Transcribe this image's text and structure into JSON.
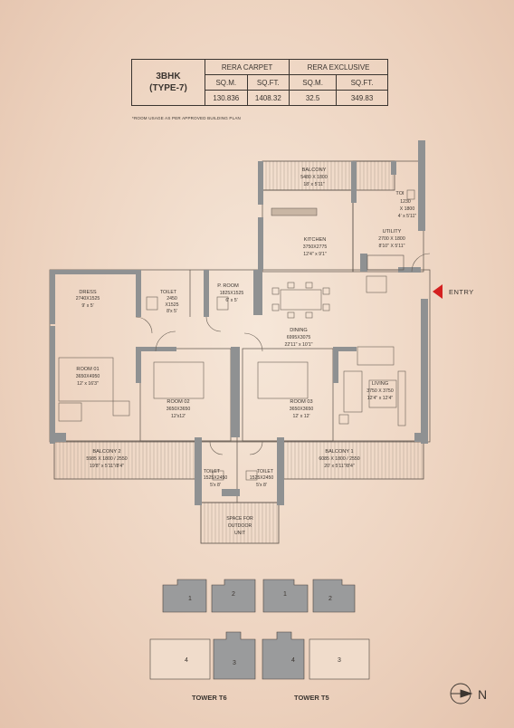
{
  "area_table": {
    "unit_type": "3BHK",
    "unit_subtype": "(TYPE-7)",
    "rera_carpet": "RERA CARPET",
    "rera_exclusive": "RERA EXCLUSIVE",
    "units": {
      "sqm": "SQ.M.",
      "sqft": "SQ.FT."
    },
    "carpet": {
      "sqm": "130.836",
      "sqft": "1408.32"
    },
    "exclusive": {
      "sqm": "32.5",
      "sqft": "349.83"
    }
  },
  "note": "*ROOM USAGE AS PER APPROVED BUILDING PLAN",
  "rooms": {
    "balcony_top": {
      "name": "BALCONY",
      "dims": "5480 X 1800",
      "imperial": "18' x 5'11\""
    },
    "toilet_top": {
      "name": "TOI",
      "dims1": "1230",
      "dims2": "X 1800",
      "imperial": "4' x 5'11\""
    },
    "kitchen": {
      "name": "KITCHEN",
      "dims": "3750X2775",
      "imperial": "12'4\" x 9'1\""
    },
    "utility": {
      "name": "UTILITY",
      "dims": "2700 X 1800",
      "imperial": "8'10\" X 5'11\""
    },
    "dress": {
      "name": "DRESS",
      "dims": "2740X1525",
      "imperial": "9' x 5'"
    },
    "toilet_dress": {
      "name": "TOILET",
      "dims1": "2450",
      "dims2": "X1525",
      "imperial": "8'x 5'"
    },
    "proom": {
      "name": "P. ROOM",
      "dims": "1825X1525",
      "imperial": "6' x 5'"
    },
    "dining": {
      "name": "DINING",
      "dims": "6995X3075",
      "imperial": "22'11\" x 10'1\""
    },
    "room01": {
      "name": "ROOM 01",
      "dims": "3650X4950",
      "imperial": "12' x 16'3\""
    },
    "room02": {
      "name": "ROOM 02",
      "dims": "3650X3650",
      "imperial": "12'x12'"
    },
    "room03": {
      "name": "ROOM 03",
      "dims": "3650X3650",
      "imperial": "12' x 12'"
    },
    "living": {
      "name": "LIVING",
      "dims": "3750 X 3750",
      "imperial": "12'4\" x 12'4\""
    },
    "balcony2": {
      "name": "BALCONY 2",
      "dims": "5985 X 1800 / 2550",
      "imperial": "19'8\" x 5'11\"/8'4\""
    },
    "balcony1": {
      "name": "BALCONY 1",
      "dims": "6085 X 1800 / 2550",
      "imperial": "20' x 5'11\"/8'4\""
    },
    "toilet_a": {
      "name": "TOILET",
      "dims": "1525X2450",
      "imperial": "5'x 8'"
    },
    "toilet_b": {
      "name": "TOILET",
      "dims": "1525X2450",
      "imperial": "5'x 8'"
    },
    "outdoor": {
      "line1": "SPACE FOR",
      "line2": "OUTDOOR",
      "line3": "UNIT"
    }
  },
  "entry_label": "ENTRY",
  "key_plan": {
    "t6": {
      "label": "TOWER T6",
      "u1": "1",
      "u2": "2",
      "u3": "3",
      "u4": "4"
    },
    "t5": {
      "label": "TOWER T5",
      "u1": "1",
      "u2": "2",
      "u3": "3",
      "u4": "4"
    }
  },
  "compass": "N",
  "colors": {
    "wall": "#8f9192",
    "line": "#4a433c",
    "highlight": "#9a9b9c",
    "accent": "#d42020"
  }
}
